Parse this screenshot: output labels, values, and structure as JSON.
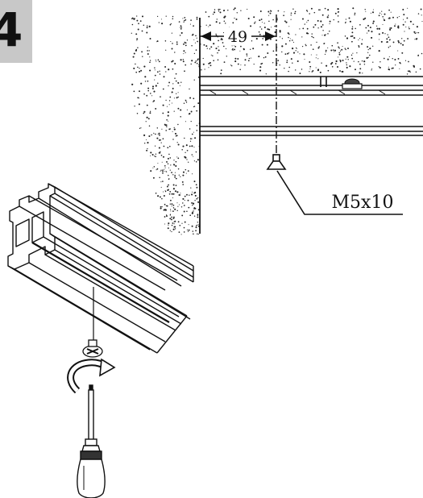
{
  "step": {
    "number": "4"
  },
  "dimension": {
    "value": "49"
  },
  "callout": {
    "label": "M5x10"
  },
  "colors": {
    "badge": "#c8c8c8",
    "ink": "#111111",
    "paper": "#ffffff"
  },
  "icons": {
    "rotation": "clockwise-arrow-icon",
    "tool": "screwdriver-icon",
    "screw": "screw-head-icon"
  }
}
